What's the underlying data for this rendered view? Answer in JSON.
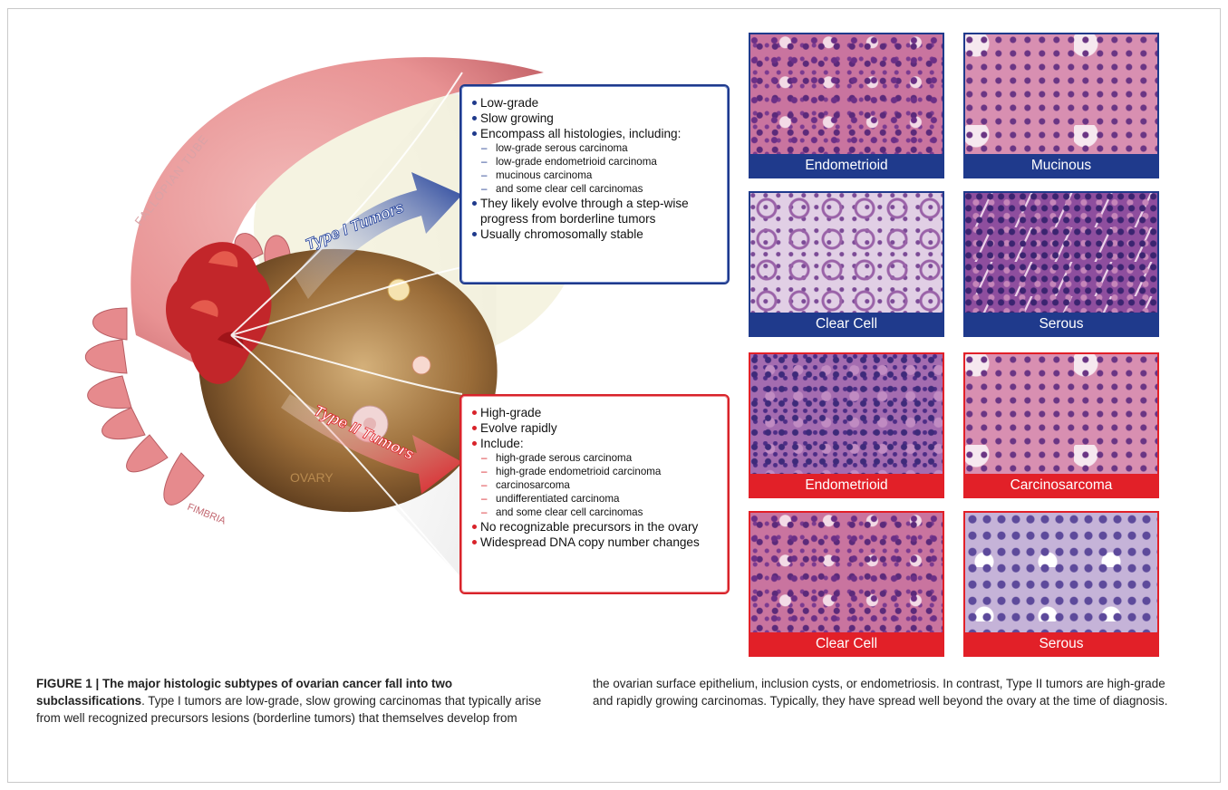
{
  "illustration": {
    "labels": {
      "fallopian_tube": "FALLOPIAN TUBE",
      "ovary": "OVARY",
      "fimbria": "FIMBRIA"
    },
    "type1_arrow": "Type I Tumors",
    "type2_arrow": "Type II Tumors"
  },
  "type1_box": {
    "items": [
      {
        "kind": "bullet",
        "text": "Low-grade"
      },
      {
        "kind": "bullet",
        "text": "Slow growing"
      },
      {
        "kind": "bullet",
        "text": "Encompass all histologies, including:"
      },
      {
        "kind": "sub",
        "text": "low-grade serous carcinoma"
      },
      {
        "kind": "sub",
        "text": "low-grade endometrioid carcinoma"
      },
      {
        "kind": "sub",
        "text": "mucinous carcinoma"
      },
      {
        "kind": "sub",
        "text": "and some clear cell carcinomas"
      },
      {
        "kind": "bullet",
        "text": "They likely evolve through a step-wise"
      },
      {
        "kind": "cont",
        "text": "progress from borderline tumors"
      },
      {
        "kind": "bullet",
        "text": "Usually chromosomally stable"
      }
    ]
  },
  "type2_box": {
    "items": [
      {
        "kind": "bullet",
        "text": "High-grade"
      },
      {
        "kind": "bullet",
        "text": "Evolve rapidly"
      },
      {
        "kind": "bullet",
        "text": "Include:"
      },
      {
        "kind": "sub",
        "text": "high-grade serous carcinoma"
      },
      {
        "kind": "sub",
        "text": "high-grade endometrioid carcinoma"
      },
      {
        "kind": "sub",
        "text": "carcinosarcoma"
      },
      {
        "kind": "sub",
        "text": "undifferentiated carcinoma"
      },
      {
        "kind": "sub",
        "text": "and some clear cell carcinomas"
      },
      {
        "kind": "bullet",
        "text": "No recognizable precursors in the ovary"
      },
      {
        "kind": "bullet",
        "text": "Widespread DNA copy number changes"
      }
    ]
  },
  "histology": {
    "type1": [
      "Endometrioid",
      "Mucinous",
      "Clear Cell",
      "Serous"
    ],
    "type2": [
      "Endometrioid",
      "Carcinosarcoma",
      "Clear Cell",
      "Serous"
    ]
  },
  "caption": {
    "label": "FIGURE 1 | The major histologic subtypes of ovarian cancer fall into two subclassifications",
    "text_left": ". Type I tumors are low-grade, slow growing carcinomas that typically arise from well recognized precursors lesions (borderline tumors) that themselves develop from",
    "text_right": "the ovarian surface epithelium, inclusion cysts, or endometriosis. In contrast, Type II tumors are high-grade and rapidly growing carcinomas. Typically, they have spread well beyond the ovary at the time of diagnosis."
  },
  "colors": {
    "type1_blue": "#1f3a8c",
    "type2_red": "#e22028"
  }
}
